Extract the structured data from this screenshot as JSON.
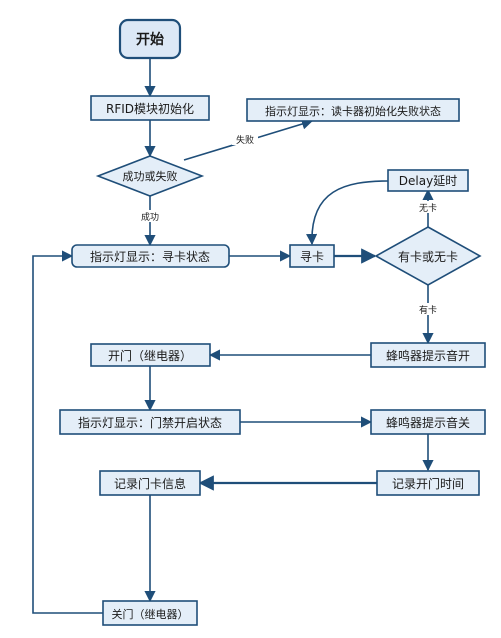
{
  "colors": {
    "box_fill": "#e4eef8",
    "box_stroke": "#1f4e79",
    "start_fill": "#dce8f6",
    "line": "#1f4e79",
    "text": "#1a1a1a"
  },
  "nodes": {
    "start": "开始",
    "rfid_init": "RFID模块初始化",
    "init_fail_indicator": "指示灯显示：读卡器初始化失败状态",
    "init_decision": "成功或失败",
    "search_indicator": "指示灯显示：寻卡状态",
    "search_card": "寻卡",
    "card_decision": "有卡或无卡",
    "delay": "Delay延时",
    "buzzer_on": "蜂鸣器提示音开",
    "open_door": "开门（继电器）",
    "door_open_indicator": "指示灯显示：门禁开启状态",
    "buzzer_off": "蜂鸣器提示音关",
    "record_card": "记录门卡信息",
    "record_time": "记录开门时间",
    "close_door": "关门（继电器）"
  },
  "edge_labels": {
    "fail": "失败",
    "success": "成功",
    "no_card": "无卡",
    "has_card": "有卡"
  }
}
